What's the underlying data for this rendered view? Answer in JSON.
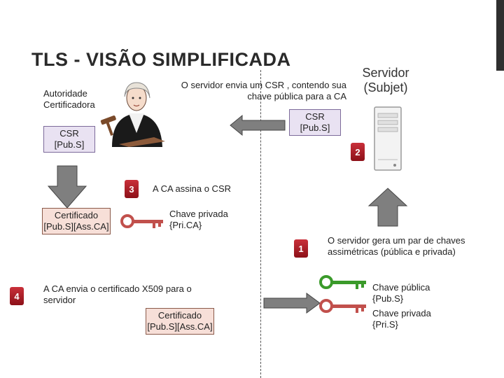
{
  "title": "TLS - VISÃO SIMPLIFICADA",
  "labels": {
    "ca": "Autoridade Certificadora",
    "server": "Servidor (Subjet)",
    "server_sends": "O servidor envia um CSR , contendo sua chave pública para a CA",
    "ca_signs": "A CA assina o CSR",
    "ca_private_key": "Chave privada {Pri.CA}",
    "server_generates": "O servidor gera um par de chaves assimétricas (pública e privada)",
    "ca_sends": "A CA envia o certificado X509 para o servidor",
    "server_public_key": "Chave pública {Pub.S}",
    "server_private_key": "Chave privada {Pri.S}"
  },
  "boxes": {
    "csr_server": "CSR [Pub.S]",
    "csr_ca": "CSR [Pub.S]",
    "cert_ca": "Certificado [Pub.S][Ass.CA]",
    "cert_sent": "Certificado [Pub.S][Ass.CA]"
  },
  "steps": [
    "1",
    "2",
    "3",
    "4"
  ],
  "colors": {
    "badge": "#b0202a",
    "arrow": "#7f7f7f",
    "key_red": "#c1504c",
    "key_green": "#3a9a2a",
    "box_pink": "#f7dfd8",
    "box_purple": "#e9e2f2"
  },
  "icons": [
    "judge-icon",
    "server-icon",
    "red-key-icon",
    "green-key-icon"
  ]
}
